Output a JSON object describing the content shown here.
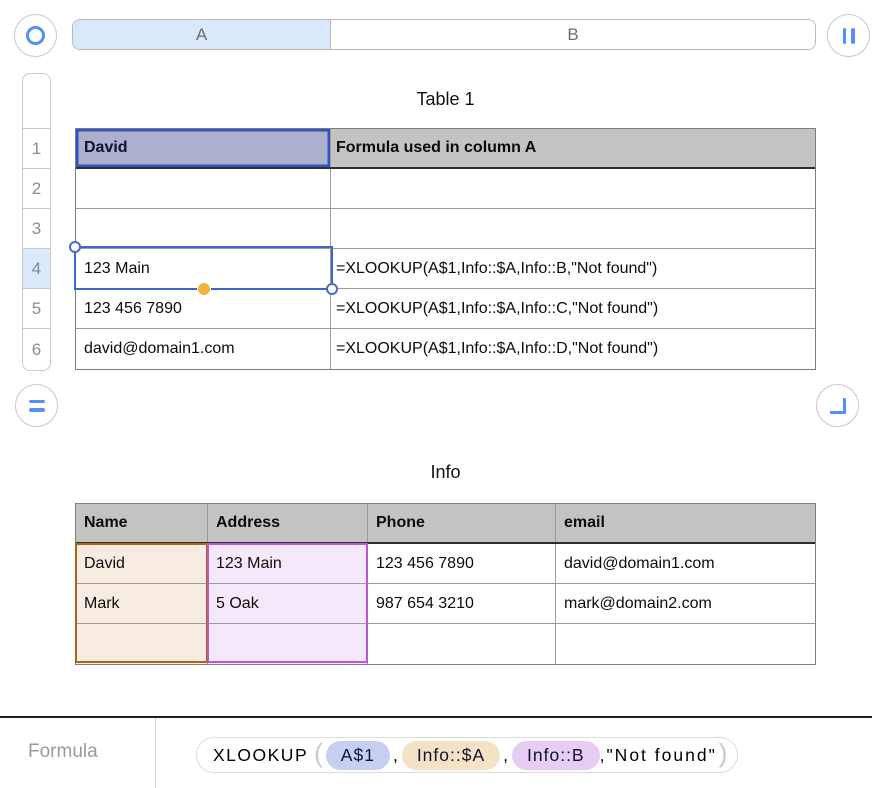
{
  "colors": {
    "accent_blue": "#4e93f5",
    "selection_border": "#3353c4",
    "selected_cell_fill": "#abb0cc",
    "header_gray": "#c3c3c2",
    "column_a_highlight": "#d9e7fa",
    "row4_highlight": "#dbe9fa",
    "name_ref_border": "#ac6517",
    "name_ref_fill": "#f6ece1",
    "addr_ref_border": "#ba57d8",
    "addr_ref_fill": "#f5e8fa",
    "pill_blue": "#c6cff1",
    "pill_tan": "#f4e2c6",
    "pill_purple": "#e5cdf4",
    "yellow_handle": "#f2b43d"
  },
  "top_bar": {
    "column_a": "A",
    "column_b": "B"
  },
  "row_header": {
    "rows": [
      "1",
      "2",
      "3",
      "4",
      "5",
      "6"
    ],
    "selected_row": "4"
  },
  "table1": {
    "title": "Table 1",
    "headers": [
      "David",
      "Formula used in column A"
    ],
    "rows": [
      [
        "",
        ""
      ],
      [
        "",
        ""
      ],
      [
        "123 Main",
        "=XLOOKUP(A$1,Info::$A,Info::B,\"Not found\")"
      ],
      [
        "123 456 7890",
        "=XLOOKUP(A$1,Info::$A,Info::C,\"Not found\")"
      ],
      [
        "david@domain1.com",
        "=XLOOKUP(A$1,Info::$A,Info::D,\"Not found\")"
      ]
    ]
  },
  "info_table": {
    "title": "Info",
    "headers": [
      "Name",
      "Address",
      "Phone",
      "email"
    ],
    "rows": [
      [
        "David",
        "123 Main",
        "123 456 7890",
        "david@domain1.com"
      ],
      [
        "Mark",
        "5 Oak",
        "987 654 3210",
        "mark@domain2.com"
      ],
      [
        "",
        "",
        "",
        ""
      ]
    ]
  },
  "formula_bar": {
    "label": "Formula",
    "function_name": "XLOOKUP",
    "open_paren": "(",
    "close_paren": ")",
    "comma": ",",
    "arg_lookup": "A$1",
    "arg_search_range": "Info::$A",
    "arg_result_range": "Info::B",
    "tail": ",\"Not found\""
  }
}
